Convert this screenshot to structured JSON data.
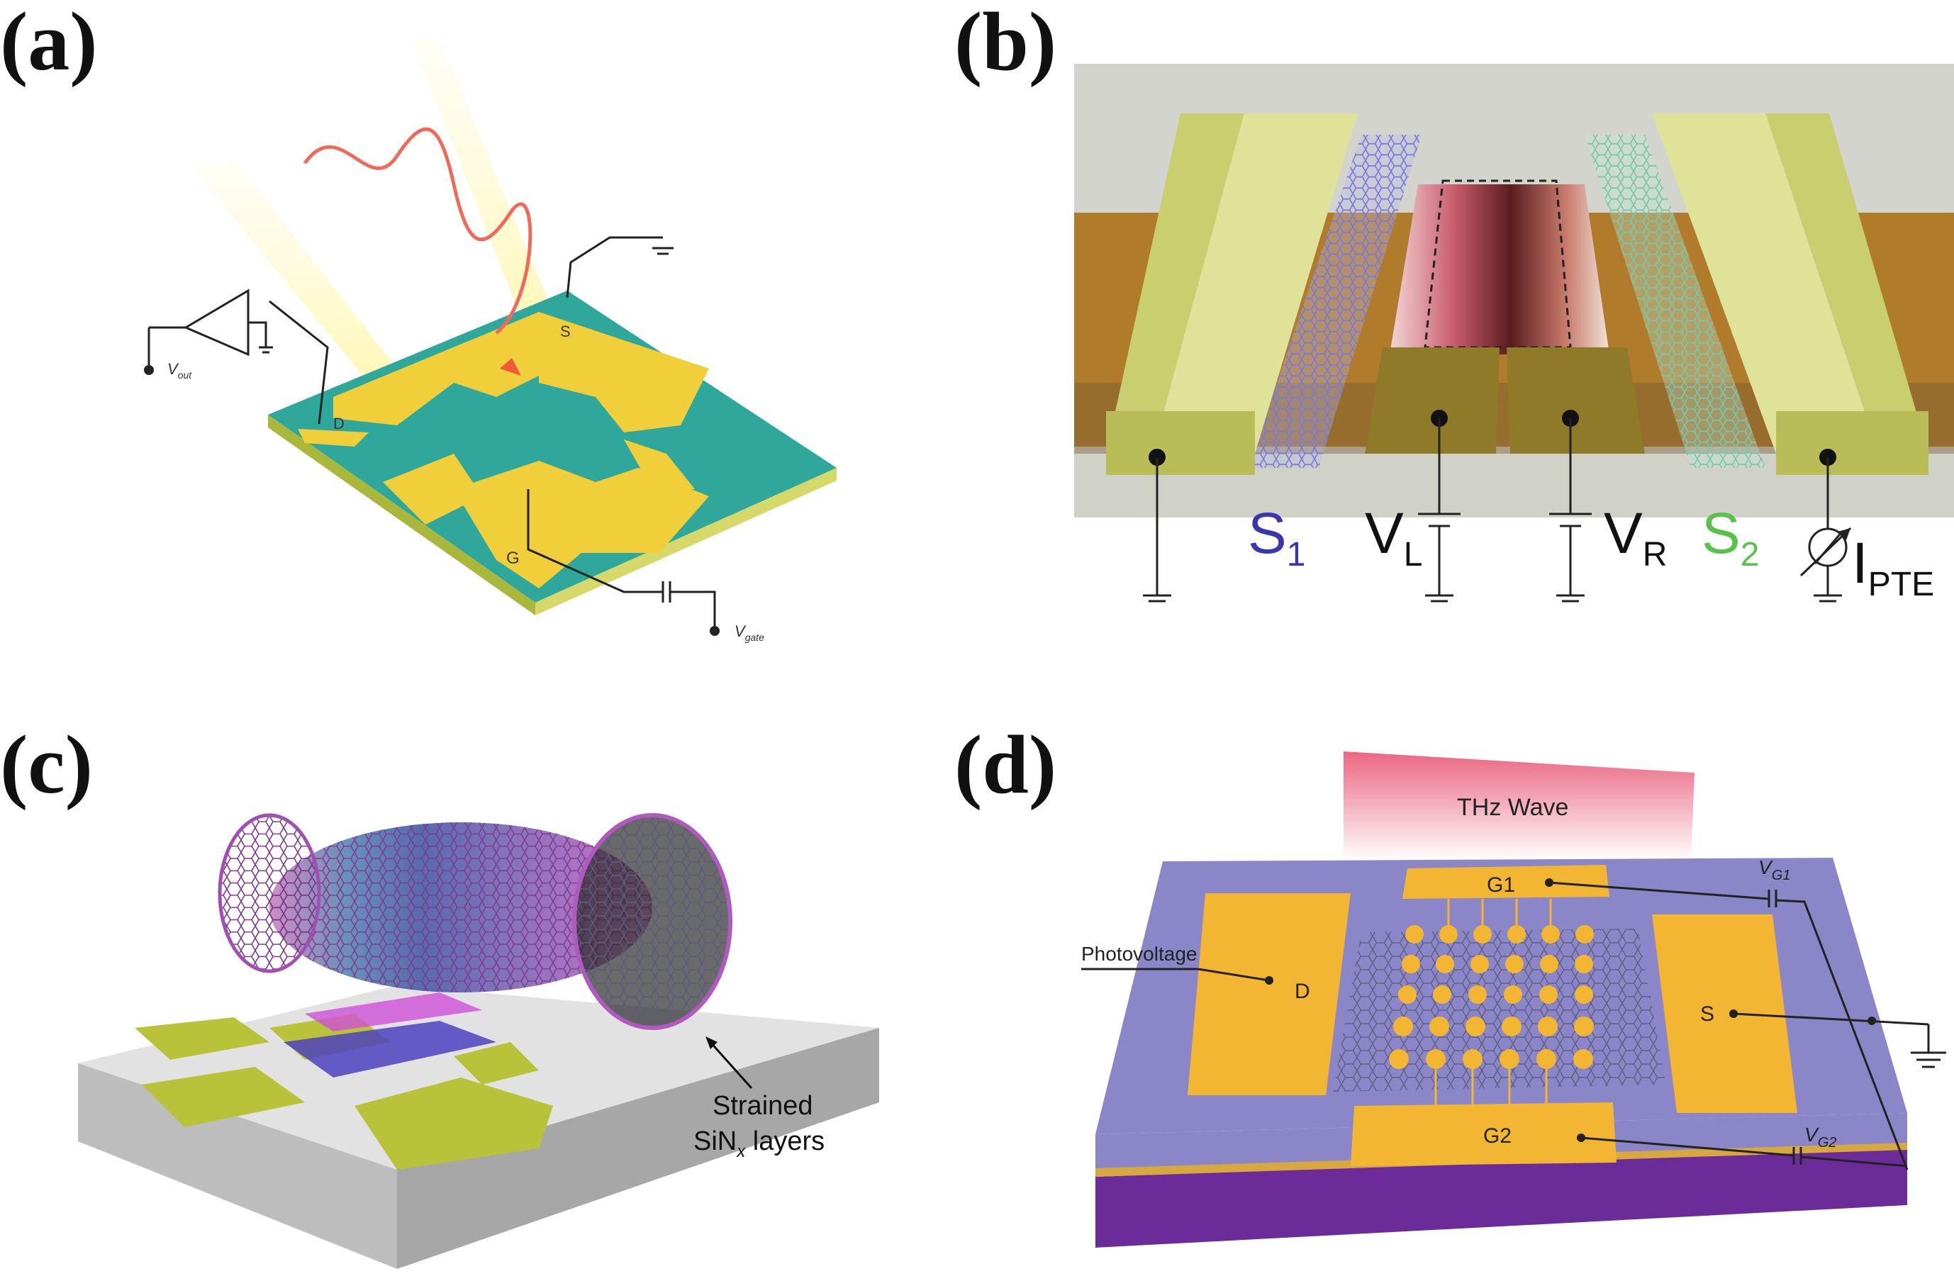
{
  "panels": {
    "a": {
      "label": "(a)",
      "terminals": {
        "source": "S",
        "drain": "D",
        "gate": "G"
      },
      "vout_main": "V",
      "vout_sub": "out",
      "vgate_main": "V",
      "vgate_sub": "gate"
    },
    "b": {
      "label": "(b)",
      "s1_main": "S",
      "s1_sub": "1",
      "vl_main": "V",
      "vl_sub": "L",
      "vr_main": "V",
      "vr_sub": "R",
      "s2_main": "S",
      "s2_sub": "2",
      "i_main": "I",
      "i_sub": "PTE",
      "colors": {
        "s1": "#3a36b0",
        "s2": "#58c24a",
        "gold": "#c9cf6e",
        "substrate": "#b07c2c"
      }
    },
    "c": {
      "label": "(c)",
      "annotation_line1": "Strained",
      "annotation_line2_main": "SiN",
      "annotation_line2_sub": "x",
      "annotation_line2_rest": " layers"
    },
    "d": {
      "label": "(d)",
      "thz_label": "THz Wave",
      "g1": "G1",
      "g2": "G2",
      "d": "D",
      "s": "S",
      "photovoltage": "Photovoltage",
      "vg1_main": "V",
      "vg1_sub": "G1",
      "vg2_main": "V",
      "vg2_sub": "G2",
      "colors": {
        "gold": "#f2b632",
        "substrate": "#8a86c8",
        "base": "#6b2c9a"
      }
    }
  }
}
